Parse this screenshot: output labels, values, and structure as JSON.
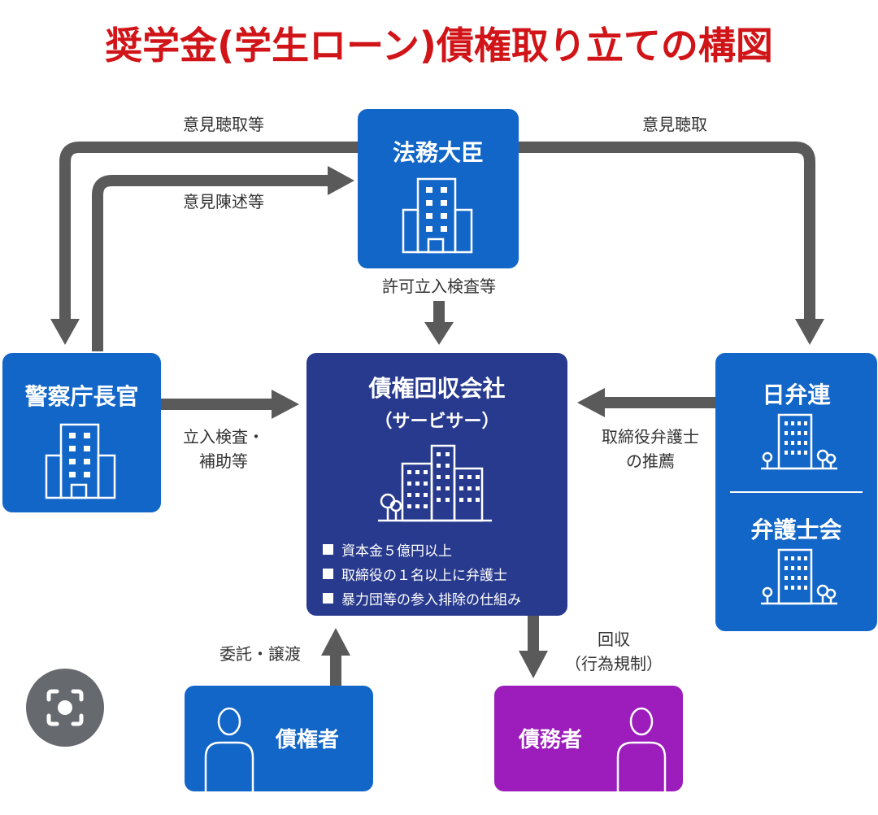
{
  "title": "奨学金(学生ローン)債権取り立ての構図",
  "nodes": {
    "minister": {
      "title": "法務大臣",
      "icon": "office-building-icon"
    },
    "police": {
      "title": "警察庁長官",
      "icon": "office-building-icon"
    },
    "servicer": {
      "title": "債権回収会社",
      "subtitle": "（サービサー）",
      "icon": "city-buildings-icon",
      "features": [
        "資本金５億円以上",
        "取締役の１名以上に弁護士",
        "暴力団等の参入排除の仕組み"
      ]
    },
    "bar_federation": {
      "title": "日弁連",
      "icon": "office-building-icon"
    },
    "bar_association": {
      "title": "弁護士会",
      "icon": "office-building-icon"
    },
    "creditor": {
      "title": "債権者",
      "icon": "person-icon"
    },
    "debtor": {
      "title": "債務者",
      "icon": "person-icon"
    }
  },
  "edges": {
    "minister_to_police": "意見聴取等",
    "police_to_minister": "意見陳述等",
    "minister_to_bar": "意見聴取",
    "minister_to_servicer": "許可立入検査等",
    "police_to_servicer": [
      "立入検査・",
      "補助等"
    ],
    "bar_to_servicer": [
      "取締役弁護士",
      "の推薦"
    ],
    "creditor_to_servicer": "委託・譲渡",
    "servicer_to_debtor": [
      "回収",
      "（行為規制）"
    ]
  },
  "colors": {
    "title": "#d01418",
    "node_blue": "#1266c8",
    "node_navy": "#283a8e",
    "node_purple": "#9c1dbc",
    "arrow": "#5a5a5a"
  },
  "overlay": {
    "icon": "lens-search-icon"
  }
}
